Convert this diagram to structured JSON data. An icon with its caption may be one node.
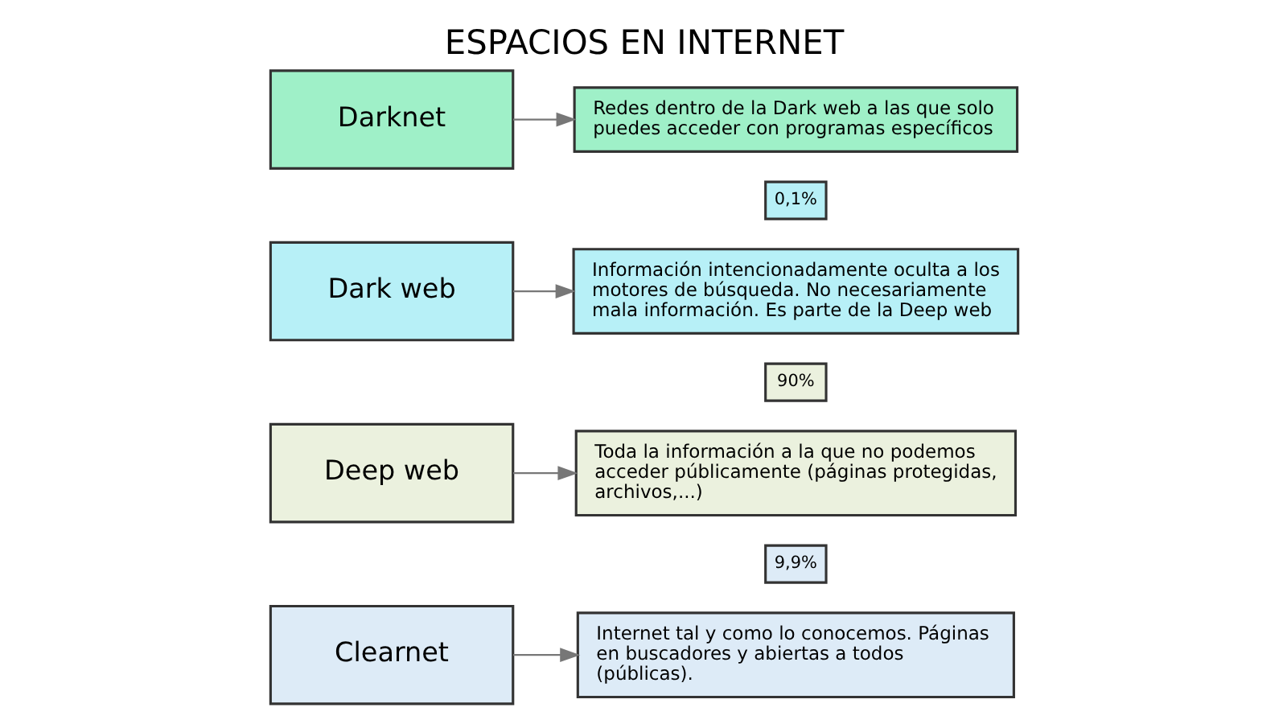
{
  "diagram": {
    "title": "ESPACIOS EN INTERNET",
    "nodes": [
      {
        "text": [
          "Clearnet"
        ]
      },
      {
        "text": [
          "Internet tal y como lo conocemos. Páginas en buscadores y abiertas a todos (públicas)."
        ]
      },
      {
        "text": [
          "9,9%"
        ]
      },
      {
        "text": [
          "Deep web"
        ]
      },
      {
        "text": [
          "Toda la información a la que no podemos acceder públicamente (páginas protegidas, archivos,...)"
        ]
      },
      {
        "text": [
          "90%"
        ]
      },
      {
        "text": [
          "Dark web"
        ]
      },
      {
        "text": [
          "Información intencionadamente oculta a los motores de búsqueda. No necesariamente mala información. Es parte de la Deep web"
        ]
      },
      {
        "text": [
          "0,1%"
        ]
      },
      {
        "text": [
          "Darknet"
        ]
      },
      {
        "text": [
          "Redes dentro de la Dark web a las que solo puedes acceder con programas específicos"
        ]
      }
    ],
    "edges": [
      {
        "from": 0,
        "to": 1,
        "arrow": "to"
      },
      {
        "from": 3,
        "to": 4,
        "arrow": "to"
      },
      {
        "from": 6,
        "to": 7,
        "arrow": "to"
      },
      {
        "from": 9,
        "to": 10,
        "arrow": "to"
      }
    ]
  }
}
